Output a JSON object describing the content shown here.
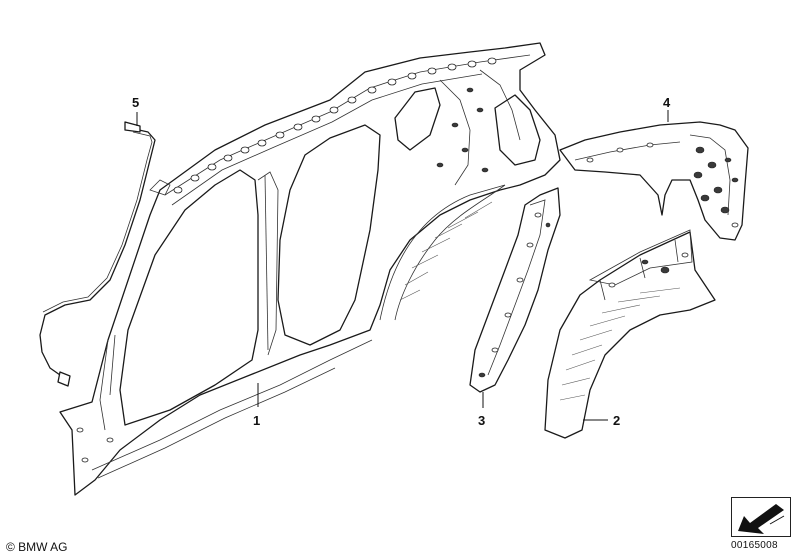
{
  "callouts": [
    {
      "id": "1",
      "label": "1"
    },
    {
      "id": "2",
      "label": "2"
    },
    {
      "id": "3",
      "label": "3"
    },
    {
      "id": "4",
      "label": "4"
    },
    {
      "id": "5",
      "label": "5"
    }
  ],
  "footer": {
    "copyright": "© BMW AG",
    "drawing_number": "00165008"
  },
  "orientation_icon": "orientation-arrow-icon"
}
